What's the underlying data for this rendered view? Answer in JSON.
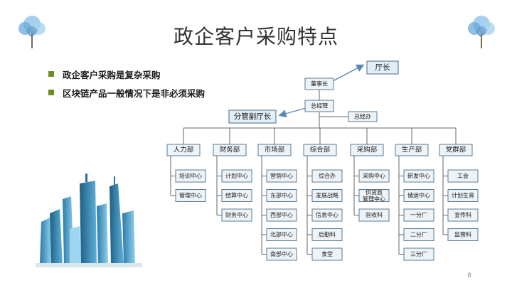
{
  "title": "政企客户采购特点",
  "bullets": [
    "政企客户采购是复杂采购",
    "区块链产品一般情况下是非必须采购"
  ],
  "page_number": "8",
  "org_chart": {
    "top": "董事长",
    "callout_top": "厅长",
    "second": "总经理",
    "side": "总经办",
    "callout_side": "分管副厅长",
    "departments": [
      {
        "name": "人力部",
        "units": [
          "培训中心",
          "管理中心"
        ]
      },
      {
        "name": "财务部",
        "units": [
          "计划中心",
          "结算中心",
          "财务中心"
        ]
      },
      {
        "name": "市场部",
        "units": [
          "营销中心",
          "东部中心",
          "西部中心",
          "北部中心",
          "南部中心"
        ]
      },
      {
        "name": "综合部",
        "units": [
          "综合办",
          "发展战略",
          "信息中心",
          "后勤科",
          "食堂"
        ]
      },
      {
        "name": "采购部",
        "units": [
          "采购中心",
          "供货商管理中心",
          "验收科"
        ]
      },
      {
        "name": "生产部",
        "units": [
          "研发中心",
          "储运中心",
          "一分厂",
          "二分厂",
          "三分厂"
        ]
      },
      {
        "name": "党群部",
        "units": [
          "工会",
          "计划生育",
          "宣传科",
          "监察科"
        ]
      }
    ]
  },
  "colors": {
    "bullet": "#6b8e23",
    "node_border": "#5a7b95",
    "arrow": "#5b88b5"
  },
  "icons": [
    "tree-icon",
    "tree-icon",
    "city-buildings-illustration"
  ]
}
